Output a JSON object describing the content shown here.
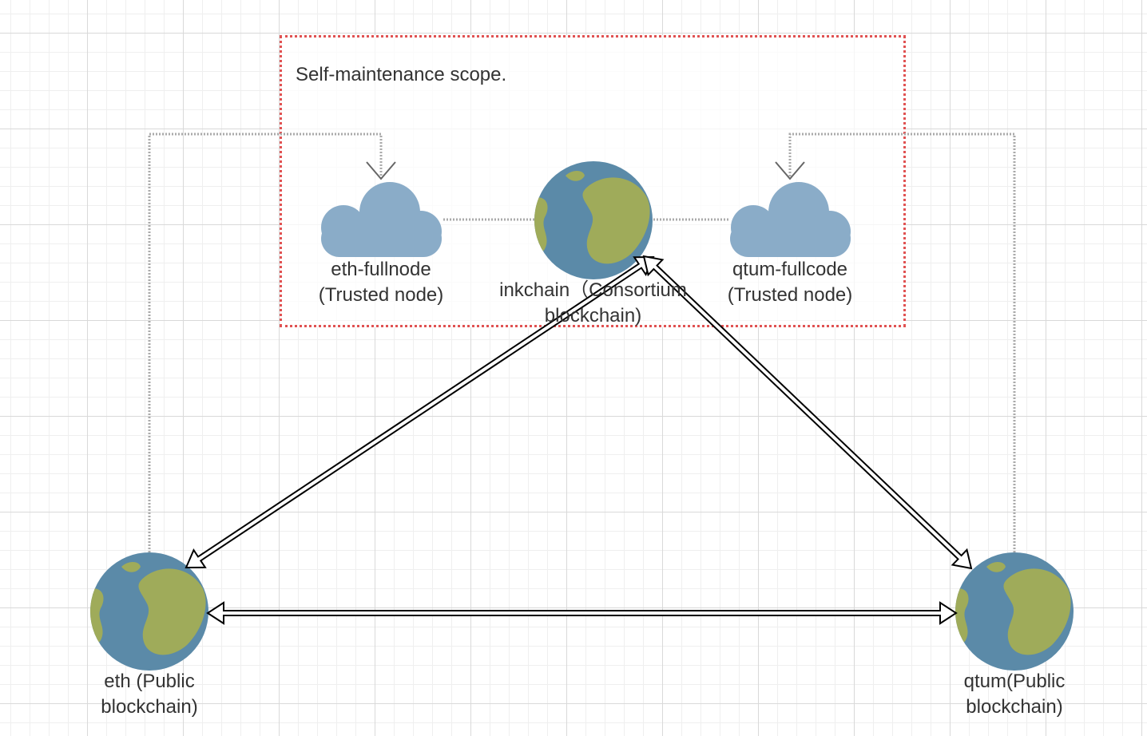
{
  "diagram": {
    "scope": {
      "label": "Self-maintenance scope."
    },
    "nodes": [
      {
        "id": "eth_fullnode",
        "icon": "cloud-icon",
        "label": "eth-fullnode\n(Trusted node)"
      },
      {
        "id": "inkchain",
        "icon": "globe-icon",
        "label": "inkchain（Consortium blockchain)"
      },
      {
        "id": "qtum_fullcode",
        "icon": "cloud-icon",
        "label": "qtum-fullcode\n(Trusted node)"
      },
      {
        "id": "eth",
        "icon": "globe-icon",
        "label": "eth (Public\nblockchain)"
      },
      {
        "id": "qtum",
        "icon": "globe-icon",
        "label": "qtum(Public\n blockchain)"
      }
    ],
    "edges": [
      {
        "from": "eth",
        "to": "eth_fullnode",
        "style": "dotted",
        "arrow": "open"
      },
      {
        "from": "qtum",
        "to": "qtum_fullcode",
        "style": "dotted",
        "arrow": "open"
      },
      {
        "from": "eth_fullnode",
        "to": "inkchain",
        "style": "dotted",
        "arrow": "none"
      },
      {
        "from": "inkchain",
        "to": "qtum_fullcode",
        "style": "dotted",
        "arrow": "none"
      },
      {
        "from": "inkchain",
        "to": "eth",
        "style": "double-line",
        "arrow": "both"
      },
      {
        "from": "inkchain",
        "to": "qtum",
        "style": "double-line",
        "arrow": "both"
      },
      {
        "from": "eth",
        "to": "qtum",
        "style": "double-line",
        "arrow": "both"
      }
    ]
  },
  "colors": {
    "scope_border": "#e05252",
    "ocean": "#5b8aa8",
    "land": "#9fab5a",
    "cloud": "#8aacc8",
    "connector": "#aaaaaa",
    "arrow_stroke": "#000000",
    "text": "#333333"
  }
}
